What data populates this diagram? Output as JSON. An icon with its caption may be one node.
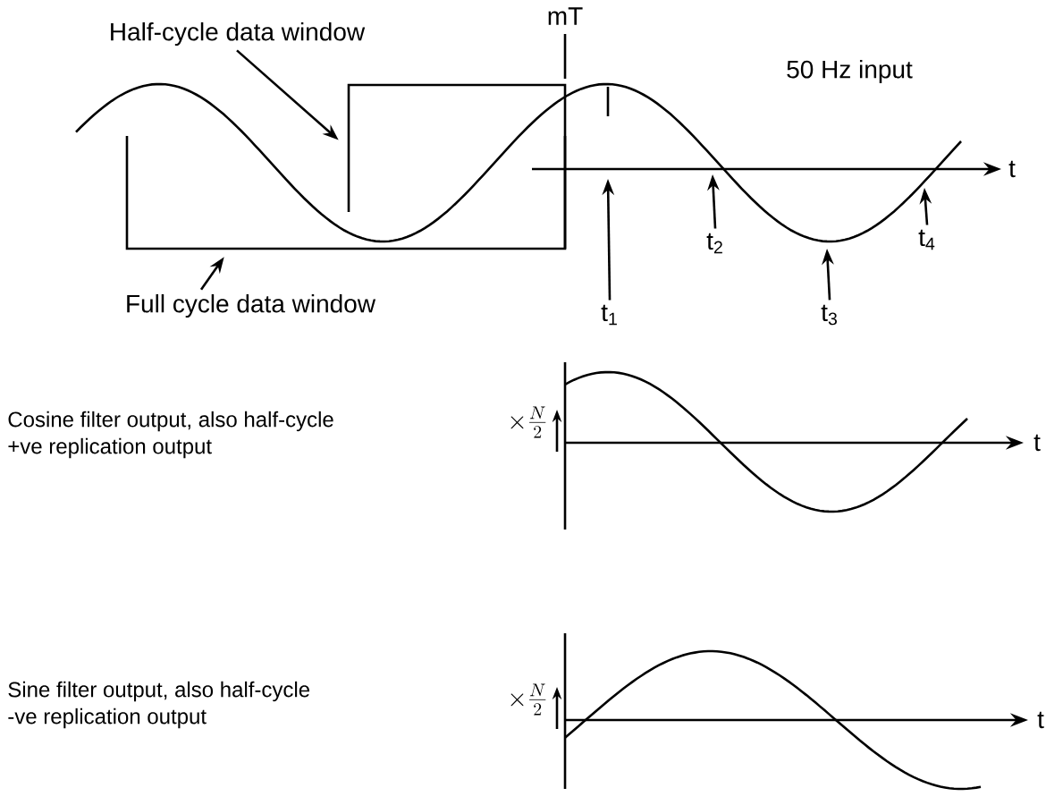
{
  "diagram": {
    "nodes": [
      {
        "text": [
          "Half-cycle data window"
        ]
      },
      {
        "text": [],
        "shape": "box"
      },
      {
        "text": [
          "Full cycle data window"
        ]
      },
      {
        "text": [],
        "shape": "box"
      },
      {
        "text": [
          "t$_{1}$"
        ]
      },
      {
        "text": [
          "t$_{2}$"
        ]
      },
      {
        "text": [
          "t$_{3}$"
        ]
      },
      {
        "text": [
          "t$_{4}$"
        ]
      }
    ],
    "edges": [
      {
        "from": 0,
        "to": 1,
        "arrow": "to"
      },
      {
        "from": 2,
        "to": 3,
        "arrow": "to"
      },
      {
        "from": 4,
        "to": null,
        "arrow": "to"
      },
      {
        "from": 5,
        "to": null,
        "arrow": "to"
      },
      {
        "from": 6,
        "to": null,
        "arrow": "to"
      },
      {
        "from": 7,
        "to": null,
        "arrow": "to"
      }
    ],
    "labels": [
      "mT",
      "50 Hz input",
      "t",
      "Cosine filter output, also half-cycle +ve replication output",
      "\\times\\frac{N}{2}",
      "t",
      "Sine filter output, also half-cycle -ve replication output",
      "\\times\\frac{N}{2}",
      "t"
    ]
  }
}
